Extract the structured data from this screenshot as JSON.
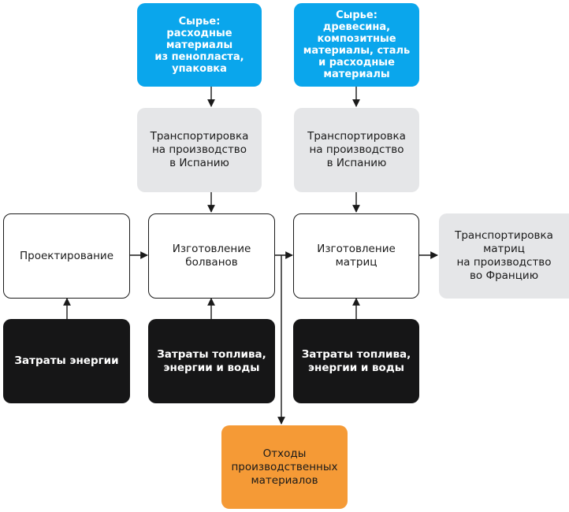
{
  "colors": {
    "raw_material": "#0aa6ec",
    "transport": "#e5e6e8",
    "process": "#ffffff",
    "input": "#161617",
    "waste": "#f59a36",
    "arrow": "#1a1a1a"
  },
  "nodes": {
    "raw1": "Сырье: расходные\nматериалы\nиз пенопласта,\nупаковка",
    "raw2": "Сырье: древесина,\nкомпозитные\nматериалы, сталь\nи расходные\nматериалы",
    "transport1": "Транспортировка\nна производство\nв Испанию",
    "transport2": "Транспортировка\nна производство\nв Испанию",
    "design": "Проектирование",
    "plug_making": "Изготовление\nболванов",
    "matrix_making": "Изготовление\nматриц",
    "transport_france": "Транспортировка\nматриц\nна производство\nво Францию",
    "energy": "Затраты энергии",
    "fuel1": "Затраты топлива,\nэнергии и воды",
    "fuel2": "Затраты топлива,\nэнергии и воды",
    "waste": "Отходы\nпроизводственных\nматериалов"
  }
}
